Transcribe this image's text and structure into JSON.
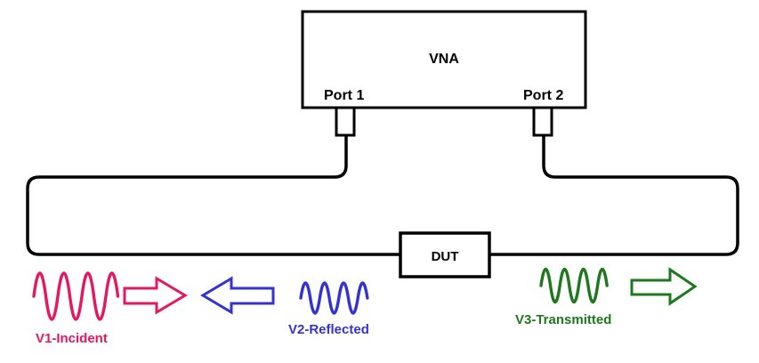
{
  "diagram": {
    "vna": {
      "label": "VNA",
      "port1_label": "Port 1",
      "port2_label": "Port 2"
    },
    "dut": {
      "label": "DUT"
    },
    "signals": {
      "incident": {
        "label": "V1-Incident"
      },
      "reflected": {
        "label": "V2-Reflected"
      },
      "transmitted": {
        "label": "V3-Transmitted"
      }
    }
  },
  "colors": {
    "incident": "#E31860",
    "reflected": "#3333D2",
    "transmitted": "#1E781E",
    "line": "#000000",
    "background": "#FFFFFF"
  }
}
